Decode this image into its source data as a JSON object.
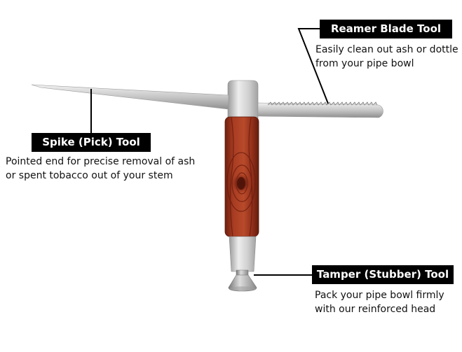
{
  "callouts": {
    "reamer": {
      "label": "Reamer Blade Tool",
      "description": [
        "Easily clean out ash or dottle",
        "from your pipe bowl"
      ]
    },
    "spike": {
      "label": "Spike (Pick) Tool",
      "description": [
        "Pointed end for precise removal of ash",
        "or spent tobacco out of your stem"
      ]
    },
    "tamper": {
      "label": "Tamper (Stubber) Tool",
      "description": [
        "Pack your pipe bowl firmly",
        "with our reinforced head"
      ]
    }
  },
  "colors": {
    "background": "#ffffff",
    "label_background": "#000000",
    "label_text": "#ffffff",
    "description_text": "#111111",
    "leader_line": "#000000",
    "metal": "#c8c8c8",
    "wood_handle": "#a03a22"
  }
}
